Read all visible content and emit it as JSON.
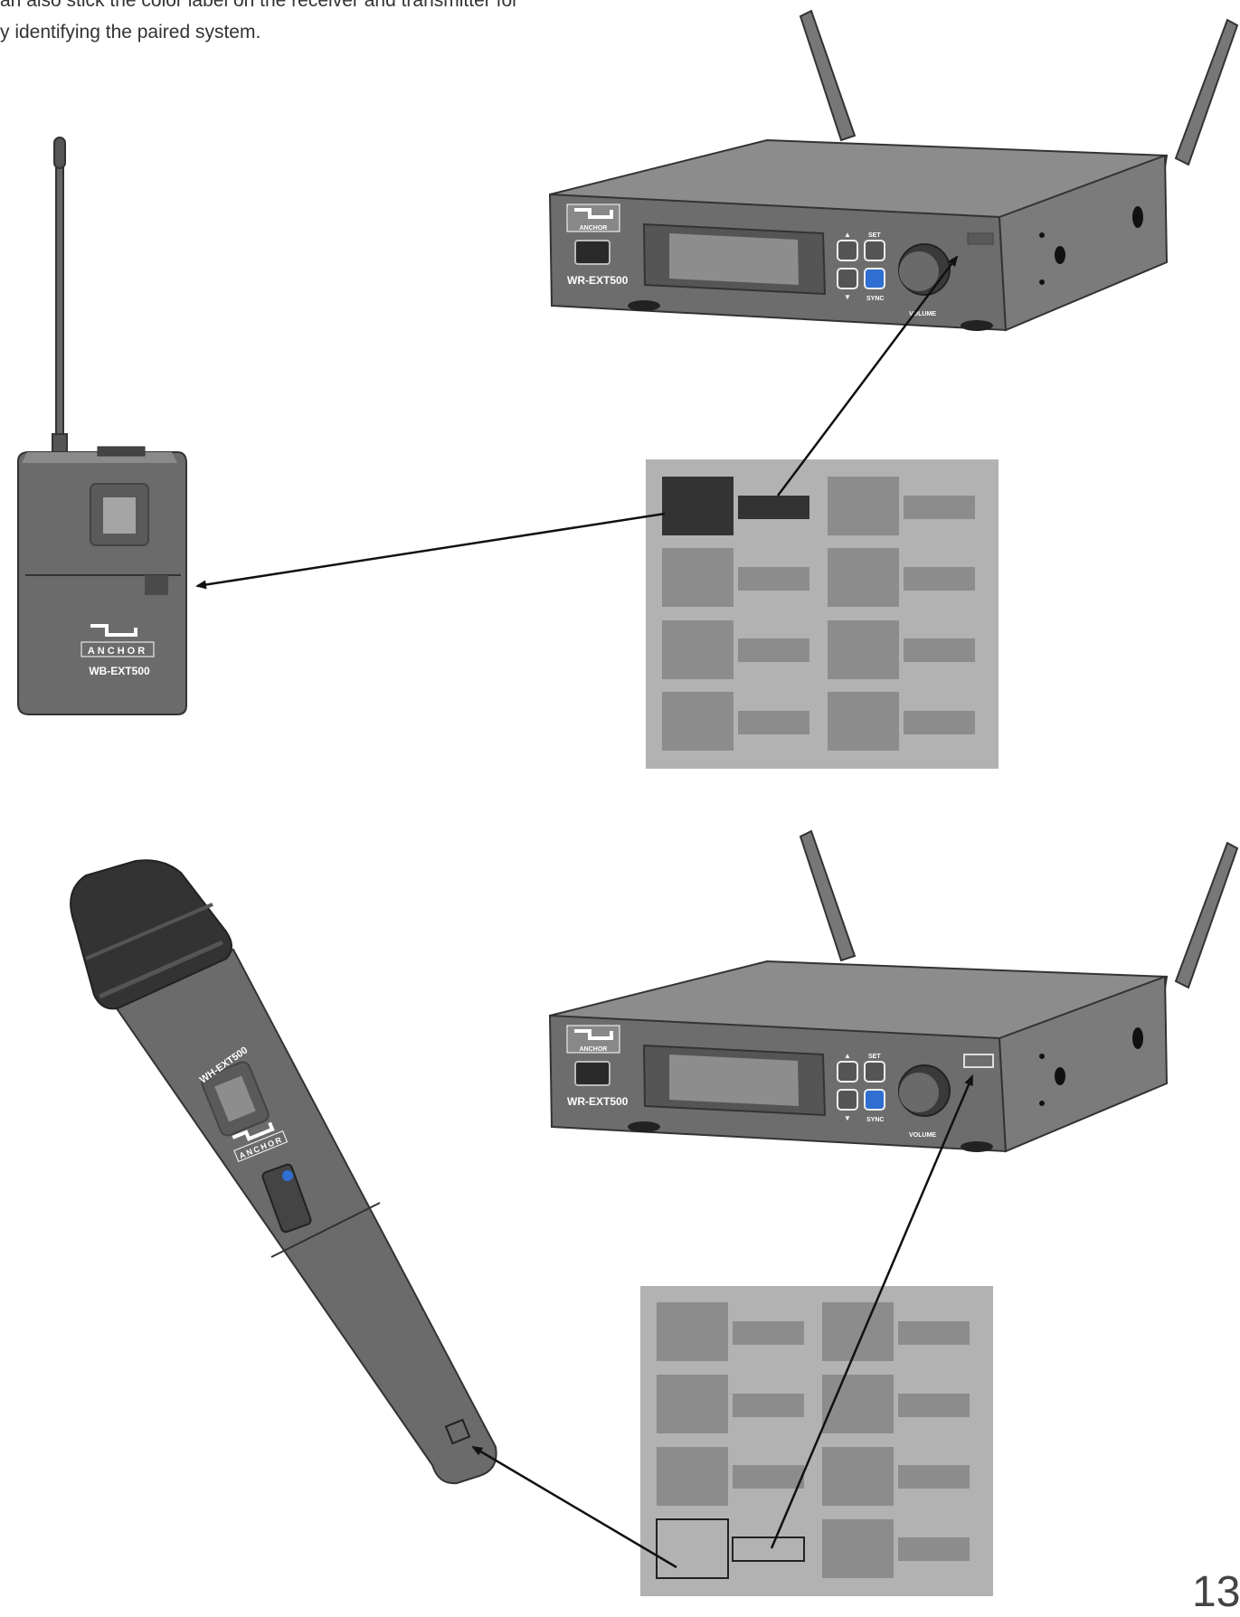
{
  "intro": {
    "line1": "an also stick the color label on the receiver and transmitter for",
    "line2": "y identifying the paired system."
  },
  "receiver": {
    "brand": "ANCHOR",
    "model": "WR-EXT500",
    "set_label": "SET",
    "sync_label": "SYNC",
    "volume_label": "VOLUME"
  },
  "beltpack": {
    "brand": "ANCHOR",
    "model": "WB-EXT500"
  },
  "handheld": {
    "brand": "ANCHOR",
    "model": "WH-EXT500"
  },
  "page_number": "13",
  "colors": {
    "device_body": "#6f6f6f",
    "device_top": "#8a8a8a",
    "device_dark": "#4a4a4a",
    "label_sheet": "#b4b4b4",
    "label_swatch": "#8c8c8c",
    "label_selected": "#333333",
    "sync_button": "#2f6fd1"
  }
}
